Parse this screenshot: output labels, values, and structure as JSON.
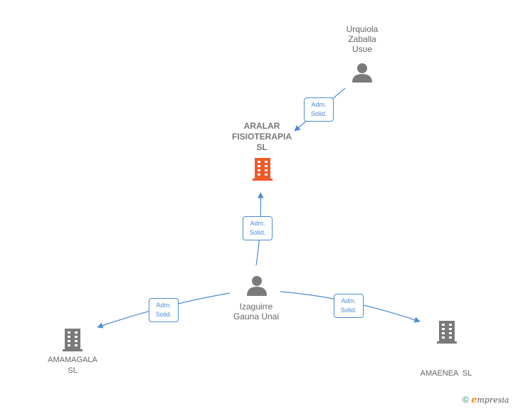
{
  "nodes": {
    "urquiola": {
      "line1": "Urquiola",
      "line2": "Zaballa",
      "line3": "Usue"
    },
    "aralar": {
      "line1": "ARALAR",
      "line2": "FISIOTERAPIA",
      "line3": "SL"
    },
    "izaguirre": {
      "line1": "Izaguirre",
      "line2": "Gauna Unai"
    },
    "amamagala": {
      "line1": "AMAMAGALA",
      "line2": "SL"
    },
    "amaenea": {
      "line1": "AMAENEA  SL"
    }
  },
  "relations": [
    {
      "line1": "Adm.",
      "line2": "Solid."
    },
    {
      "line1": "Adm.",
      "line2": "Solid."
    },
    {
      "line1": "Adm.",
      "line2": "Solid."
    },
    {
      "line1": "Adm.",
      "line2": "Solid."
    }
  ],
  "colors": {
    "edge": "#4a8cd8",
    "person": "#7a7a7a",
    "company": "#7a7a7a",
    "company_main": "#f05a28"
  },
  "footer": {
    "copyright": "©",
    "brand_e": "e",
    "brand_rest": "mpresia"
  }
}
